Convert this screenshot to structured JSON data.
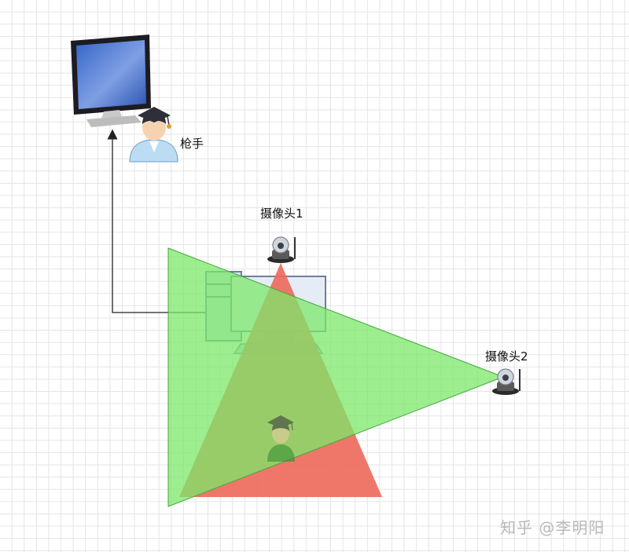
{
  "labels": {
    "shooter": "枪手",
    "camera1": "摄像头1",
    "camera2": "摄像头2"
  },
  "watermark": "知乎 @李明阳",
  "colors": {
    "camera2_view": "#7be86a",
    "camera1_view": "#ee6b5d",
    "arrow": "#222222",
    "monitor_screen": "#3b6fd8",
    "person_shirt": "#bcdcf3",
    "grad_cap": "#2f2f3a"
  },
  "icons": {
    "monitor": "desktop-monitor-icon",
    "person": "graduate-person-icon",
    "camera": "security-camera-icon",
    "computer": "desktop-computer-icon"
  }
}
